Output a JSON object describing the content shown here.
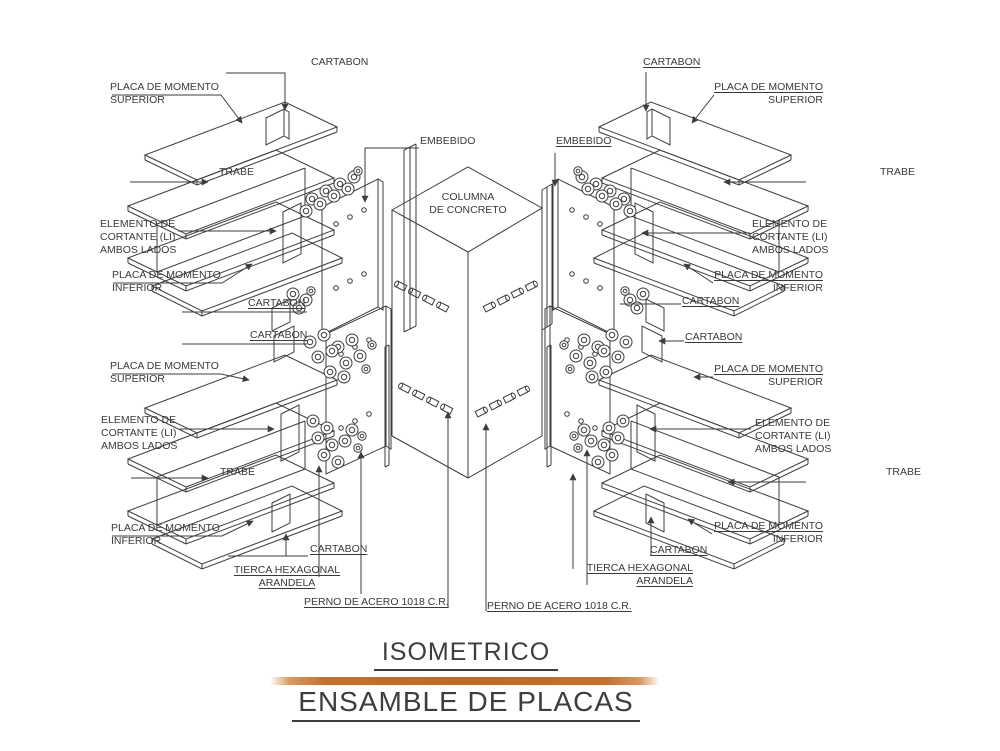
{
  "colors": {
    "line": "#3d3d3d",
    "text": "#3a3a3a",
    "accent_bar": "#c4702e"
  },
  "labels": {
    "cartabon": "CARTABON",
    "placa_momento": "PLACA DE MOMENTO",
    "superior": "SUPERIOR",
    "inferior": "INFERIOR",
    "trabe": "TRABE",
    "elemento_line1": "ELEMENTO DE",
    "elemento_line2": "CORTANTE (LI)",
    "elemento_line3": "AMBOS LADOS",
    "embebido": "EMBEBIDO",
    "columna_line1": "COLUMNA",
    "columna_line2": "DE CONCRETO",
    "tierca_line1": "TIERCA HEXAGONAL",
    "tierca_line2": "ARANDELA",
    "perno": "PERNO DE ACERO 1018 C.R."
  },
  "titles": {
    "view_title": "ISOMETRICO",
    "drawing_title": "ENSAMBLE DE PLACAS"
  }
}
